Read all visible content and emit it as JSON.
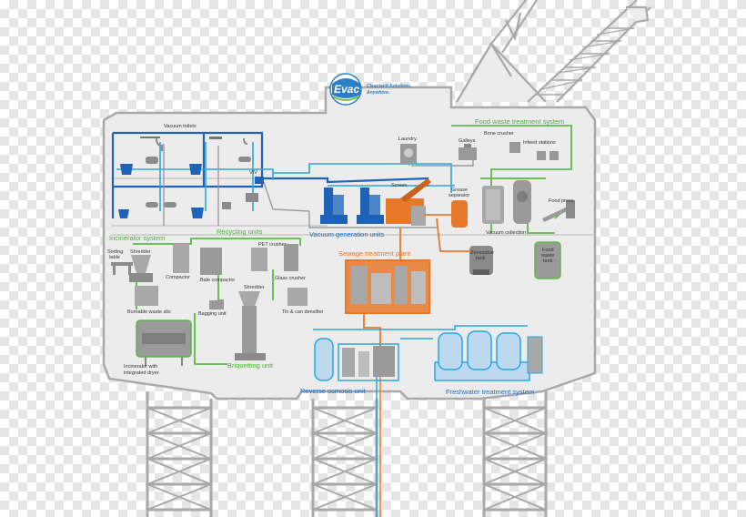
{
  "logo": {
    "name": "Evac",
    "tagline_line1": "Cleantech Solutions.",
    "tagline_line2": "Anywhere."
  },
  "sections": {
    "food_waste": "Food waste treatment system",
    "incinerator": "Incinerator system",
    "recycling": "Recycling units",
    "vacuum_generation": "Vacuum generation units",
    "sewage": "Sewage treatment plant",
    "briquetting": "Briquetting unit",
    "reverse_osmosis": "Reverse osmosis unit",
    "freshwater": "Freshwater treatment system"
  },
  "equipment": {
    "vacuum_toilets": "Vacuum toilets",
    "laundry": "Laundry",
    "galleys": "Galleys",
    "bone_crusher": "Bone crusher",
    "infeed_stations": "Infeed stations",
    "viv": "VIV",
    "screen": "Screen",
    "grease_separator_1": "Grease",
    "grease_separator_2": "separator",
    "food_press": "Food press",
    "vacuum_collection": "Vacuum collection",
    "bioresidue_tank_1": "Bioresidue",
    "bioresidue_tank_2": "tank",
    "food_waste_tank_1": "Food",
    "food_waste_tank_2": "waste",
    "food_waste_tank_3": "tank",
    "sorting_table_1": "Sorting",
    "sorting_table_2": "table",
    "shredder_top": "Shredder",
    "compactor": "Compactor",
    "pet_crusher": "PET crusher",
    "bale_compactor": "Bale compactor",
    "glass_crusher": "Glass crusher",
    "shredder_mid": "Shredder",
    "burnable_waste_silo": "Burnable waste silo",
    "bagging_unit": "Bagging unit",
    "tin_can_densifier": "Tin & can densifier",
    "incinerator_1": "Incinerator with",
    "incinerator_2": "integrated dryer"
  },
  "colors": {
    "vacuum_blue": "#1e63b8",
    "water_blue": "#2aa7e0",
    "green": "#5cb947",
    "orange": "#e8792a",
    "grey_line": "#9b9b9b",
    "hull": "#ececec",
    "hull_outline": "#a9a9a9"
  }
}
